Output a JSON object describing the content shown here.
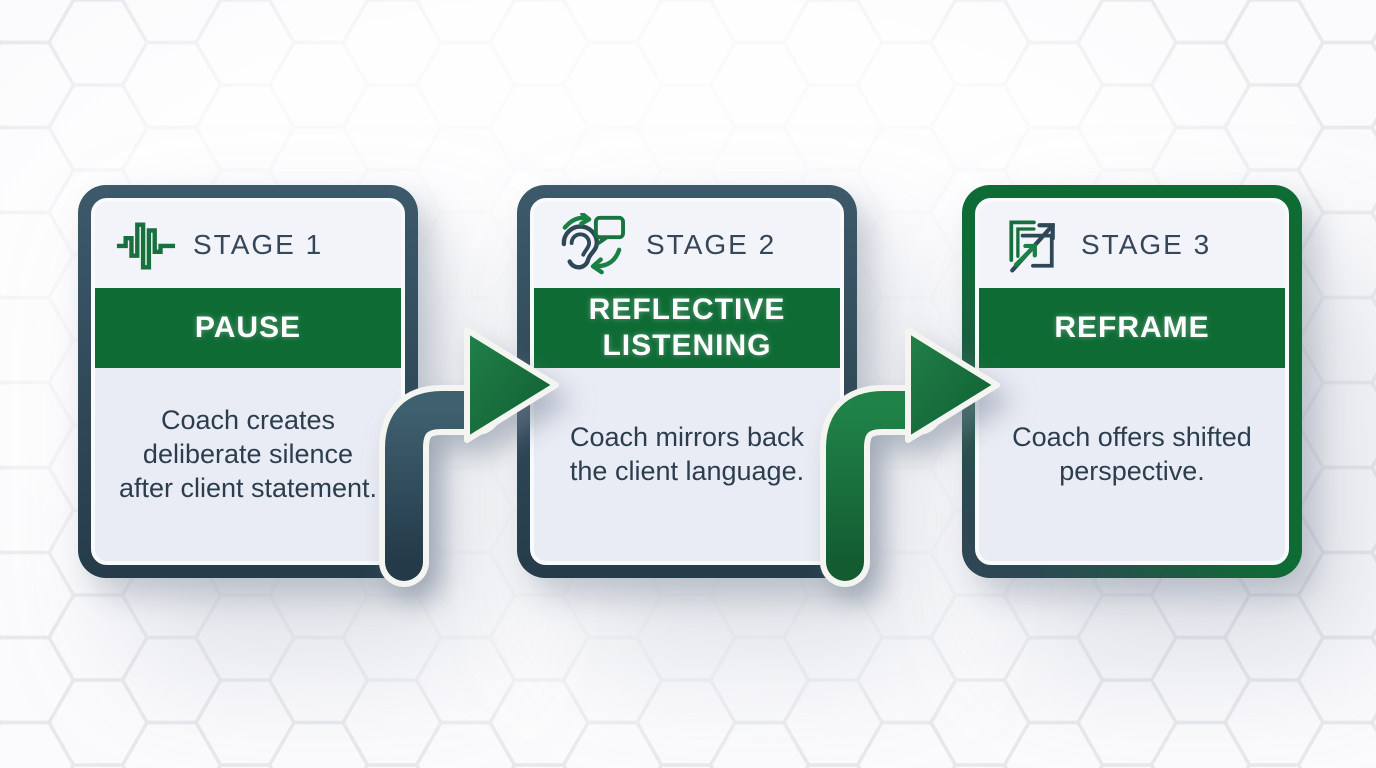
{
  "diagram": {
    "name": "coaching-three-stage-flow",
    "stages": [
      {
        "stage_label": "STAGE 1",
        "icon": "waveform-icon",
        "title": "PAUSE",
        "description": "Coach creates deliberate silence after client statement."
      },
      {
        "stage_label": "STAGE 2",
        "icon": "ear-listening-icon",
        "title": "REFLECTIVE LISTENING",
        "description": "Coach mirrors back the client language."
      },
      {
        "stage_label": "STAGE 3",
        "icon": "reframe-icon",
        "title": "REFRAME",
        "description": "Coach offers shifted perspective."
      }
    ],
    "arrows": [
      {
        "name": "flow-arrow-1",
        "tail_color": "#314e5e",
        "head_color": "#17713e"
      },
      {
        "name": "flow-arrow-2",
        "tail_color": "#17713e",
        "head_color": "#17713e"
      }
    ],
    "colors": {
      "accent_green": "#0e6b34",
      "slate_border": "#2f4a5a",
      "card_background": "#e9ecf4",
      "header_background": "#f2f4f9",
      "band_text": "#ffffff",
      "body_text": "#2c3e4d",
      "page_background": "#fbfbfd",
      "hex_pattern_line": "#e8e9ed"
    }
  }
}
